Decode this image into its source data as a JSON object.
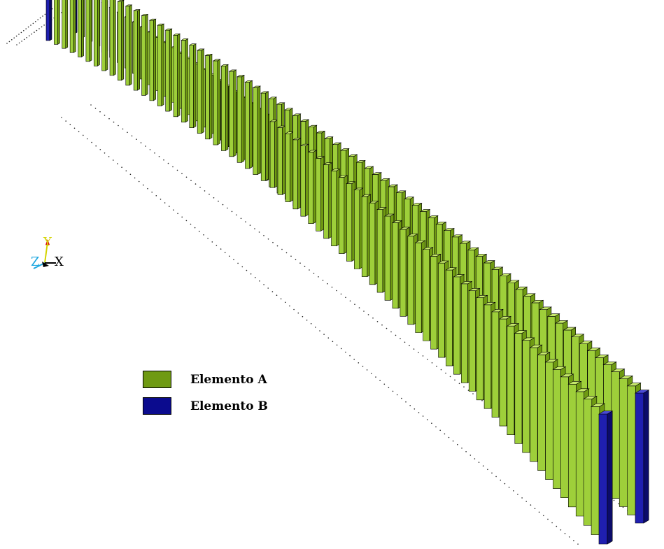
{
  "scene": {
    "description_type": "3d-structural-model",
    "colors": {
      "element_a_face": "#9ecf3a",
      "element_a_side": "#6f9a12",
      "element_a_top": "#c6e86a",
      "element_b_face": "#1f1fb0",
      "element_b_side": "#0b0b6a",
      "element_b_top": "#4a4ad8",
      "outline": "#000000",
      "guide_dots": "#222222"
    }
  },
  "legend": {
    "items": [
      {
        "label": "Elemento A",
        "color": "#6f9a12"
      },
      {
        "label": "Elemento B",
        "color": "#0b0b8e"
      }
    ]
  },
  "triad": {
    "x_label": "X",
    "y_label": "Y",
    "z_label": "Z",
    "x_color": "#000000",
    "y_color": "#d4d400",
    "z_color": "#20a8e0"
  }
}
